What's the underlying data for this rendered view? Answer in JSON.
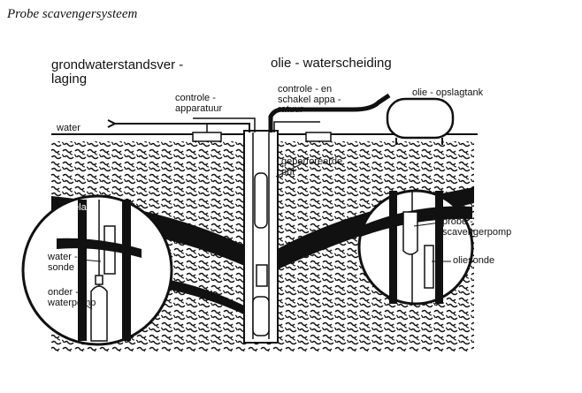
{
  "caption": "Probe scavengersysteem",
  "labels": {
    "heading_left": "grondwaterstandsver -\nlaging",
    "heading_right": "olie - waterscheiding",
    "water": "water",
    "control_left": "controle -\napparatuur",
    "control_right": "controle - en\nschakel appa -\nratuur",
    "oil_tank": "olie - opslagtank",
    "perforated_well": "geperforeerde\nput",
    "oil_layer": "olielaag",
    "water_probe": "water -\nsonde",
    "under_water_pump": "onder -\nwaterpomp",
    "probe_pump": "probe -\nscavengerpomp",
    "oil_probe": "oliesonde"
  },
  "colors": {
    "ink": "#111111",
    "paper": "#ffffff"
  }
}
